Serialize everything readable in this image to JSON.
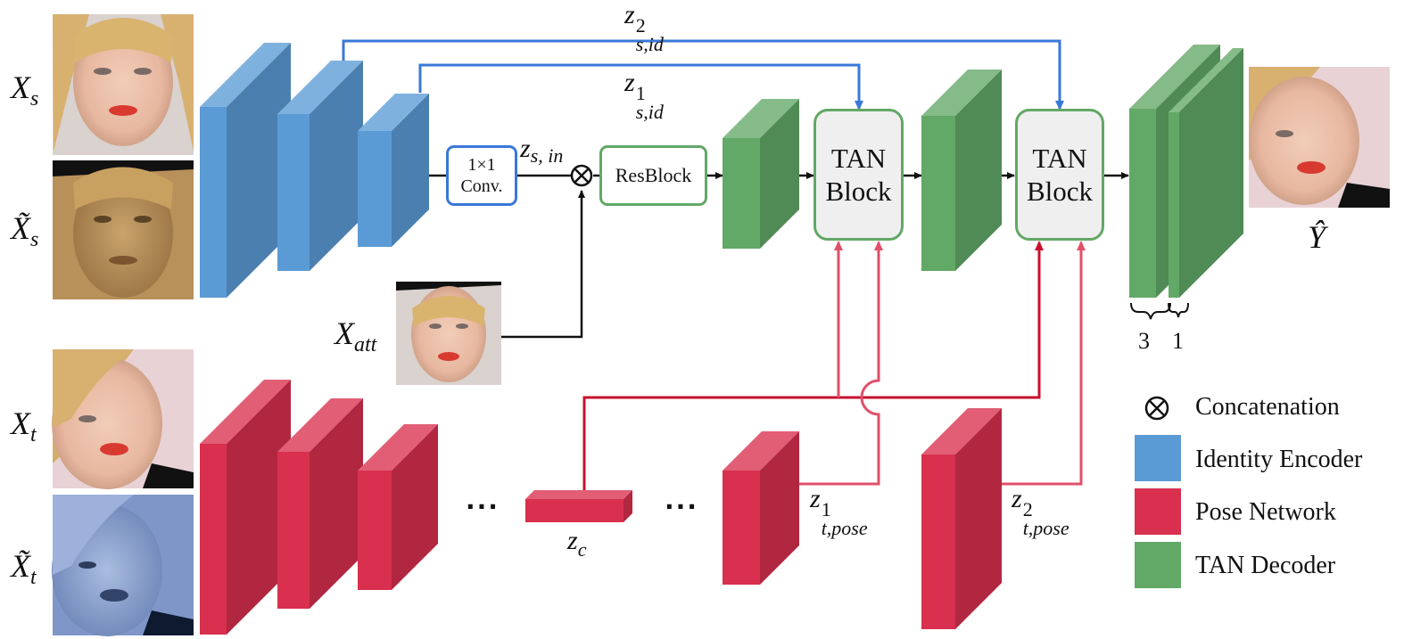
{
  "colors": {
    "encoder": "#5b9bd5",
    "pose": "#d8304e",
    "decoder": "#62a866",
    "arrow_blue": "#3a78d8",
    "arrow_red": "#c8102e",
    "arrow_pink": "#e0506a"
  },
  "inputs": {
    "x_s": "X",
    "x_s_sub": "s",
    "x_s_tilde": "X̃",
    "x_s_tilde_sub": "s",
    "x_t": "X",
    "x_t_sub": "t",
    "x_t_tilde": "X̃",
    "x_t_tilde_sub": "t",
    "x_att": "X",
    "x_att_sub": "att",
    "y_hat": "Ŷ"
  },
  "latents": {
    "z_s_id_2": {
      "base": "z",
      "sup": "2",
      "sub": "s,id"
    },
    "z_s_id_1": {
      "base": "z",
      "sup": "1",
      "sub": "s,id"
    },
    "z_s_in": {
      "base": "z",
      "sub": "s, in"
    },
    "z_c": {
      "base": "z",
      "sub": "c"
    },
    "z_t_pose_1": {
      "base": "z",
      "sup": "1",
      "sub": "t,pose"
    },
    "z_t_pose_2": {
      "base": "z",
      "sup": "2",
      "sub": "t,pose"
    }
  },
  "blocks": {
    "conv_line1": "1×1",
    "conv_line2": "Conv.",
    "resblock": "ResBlock",
    "tan1_line1": "TAN",
    "tan1_line2": "Block",
    "tan2_line1": "TAN",
    "tan2_line2": "Block"
  },
  "ellipsis": "···",
  "output_channels": [
    "3",
    "1"
  ],
  "legend": [
    {
      "icon": "concat-icon",
      "label": "Concatenation"
    },
    {
      "icon": "encoder-swatch",
      "label": "Identity Encoder",
      "color": "#5b9bd5"
    },
    {
      "icon": "pose-swatch",
      "label": "Pose Network",
      "color": "#d8304e"
    },
    {
      "icon": "decoder-swatch",
      "label": "TAN Decoder",
      "color": "#62a866"
    }
  ]
}
